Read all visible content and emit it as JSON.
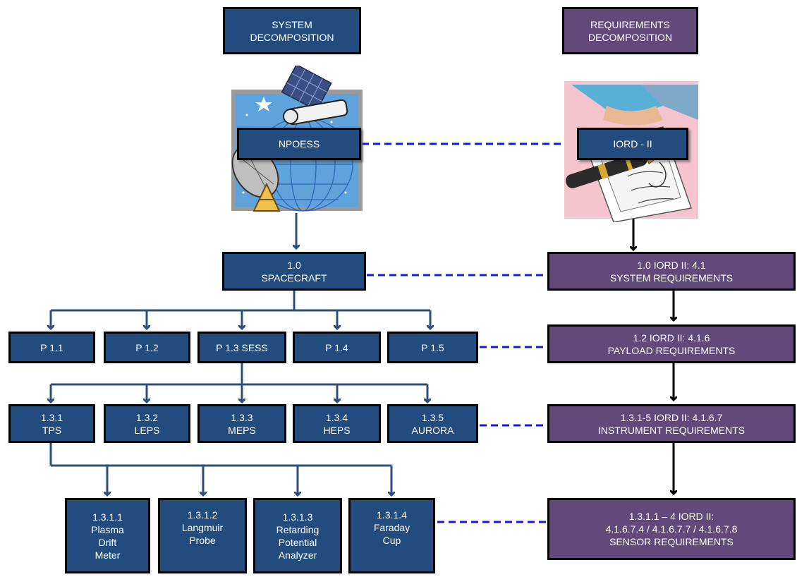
{
  "headers": {
    "system": [
      "SYSTEM",
      "DECOMPOSITION"
    ],
    "requirements": [
      "REQUIREMENTS",
      "DECOMPOSITION"
    ]
  },
  "top_nodes": {
    "system": "NPOESS",
    "requirements": "IORD - II"
  },
  "spacecraft": [
    "1.0",
    "SPACECRAFT"
  ],
  "payloads": [
    "P 1.1",
    "P 1.2",
    "P 1.3  SESS",
    "P 1.4",
    "P 1.5"
  ],
  "instruments": [
    [
      "1.3.1",
      "TPS"
    ],
    [
      "1.3.2",
      "LEPS"
    ],
    [
      "1.3.3",
      "MEPS"
    ],
    [
      "1.3.4",
      "HEPS"
    ],
    [
      "1.3.5",
      "AURORA"
    ]
  ],
  "sensors": [
    [
      "1.3.1.1",
      "Plasma",
      "Drift",
      "Meter"
    ],
    [
      "1.3.1.2",
      "Langmuir",
      "Probe"
    ],
    [
      "1.3.1.3",
      "Retarding",
      "Potential",
      "Analyzer"
    ],
    [
      "1.3.1.4",
      "Faraday",
      "Cup"
    ]
  ],
  "requirements": [
    [
      "1.0 IORD II:  4.1",
      "SYSTEM REQUIREMENTS"
    ],
    [
      "1.2  IORD II:  4.1.6",
      "PAYLOAD REQUIREMENTS"
    ],
    [
      "1.3.1-5  IORD II:  4.1.6.7",
      "INSTRUMENT  REQUIREMENTS"
    ],
    [
      "1.3.1.1 – 4  IORD II:",
      "4.1.6.7.4 / 4.1.6.7.7 / 4.1.6.7.8",
      "SENSOR  REQUIREMENTS"
    ]
  ],
  "colors": {
    "system_fill": "#234c7e",
    "requirements_fill": "#614a7a",
    "tree_connector": "#2d4f7c",
    "dashed_link": "#1a1ad6",
    "requirements_connector": "#000000"
  },
  "illustrations": {
    "system": "satellite-globe-clipart",
    "requirements": "document-pen-clipart"
  }
}
